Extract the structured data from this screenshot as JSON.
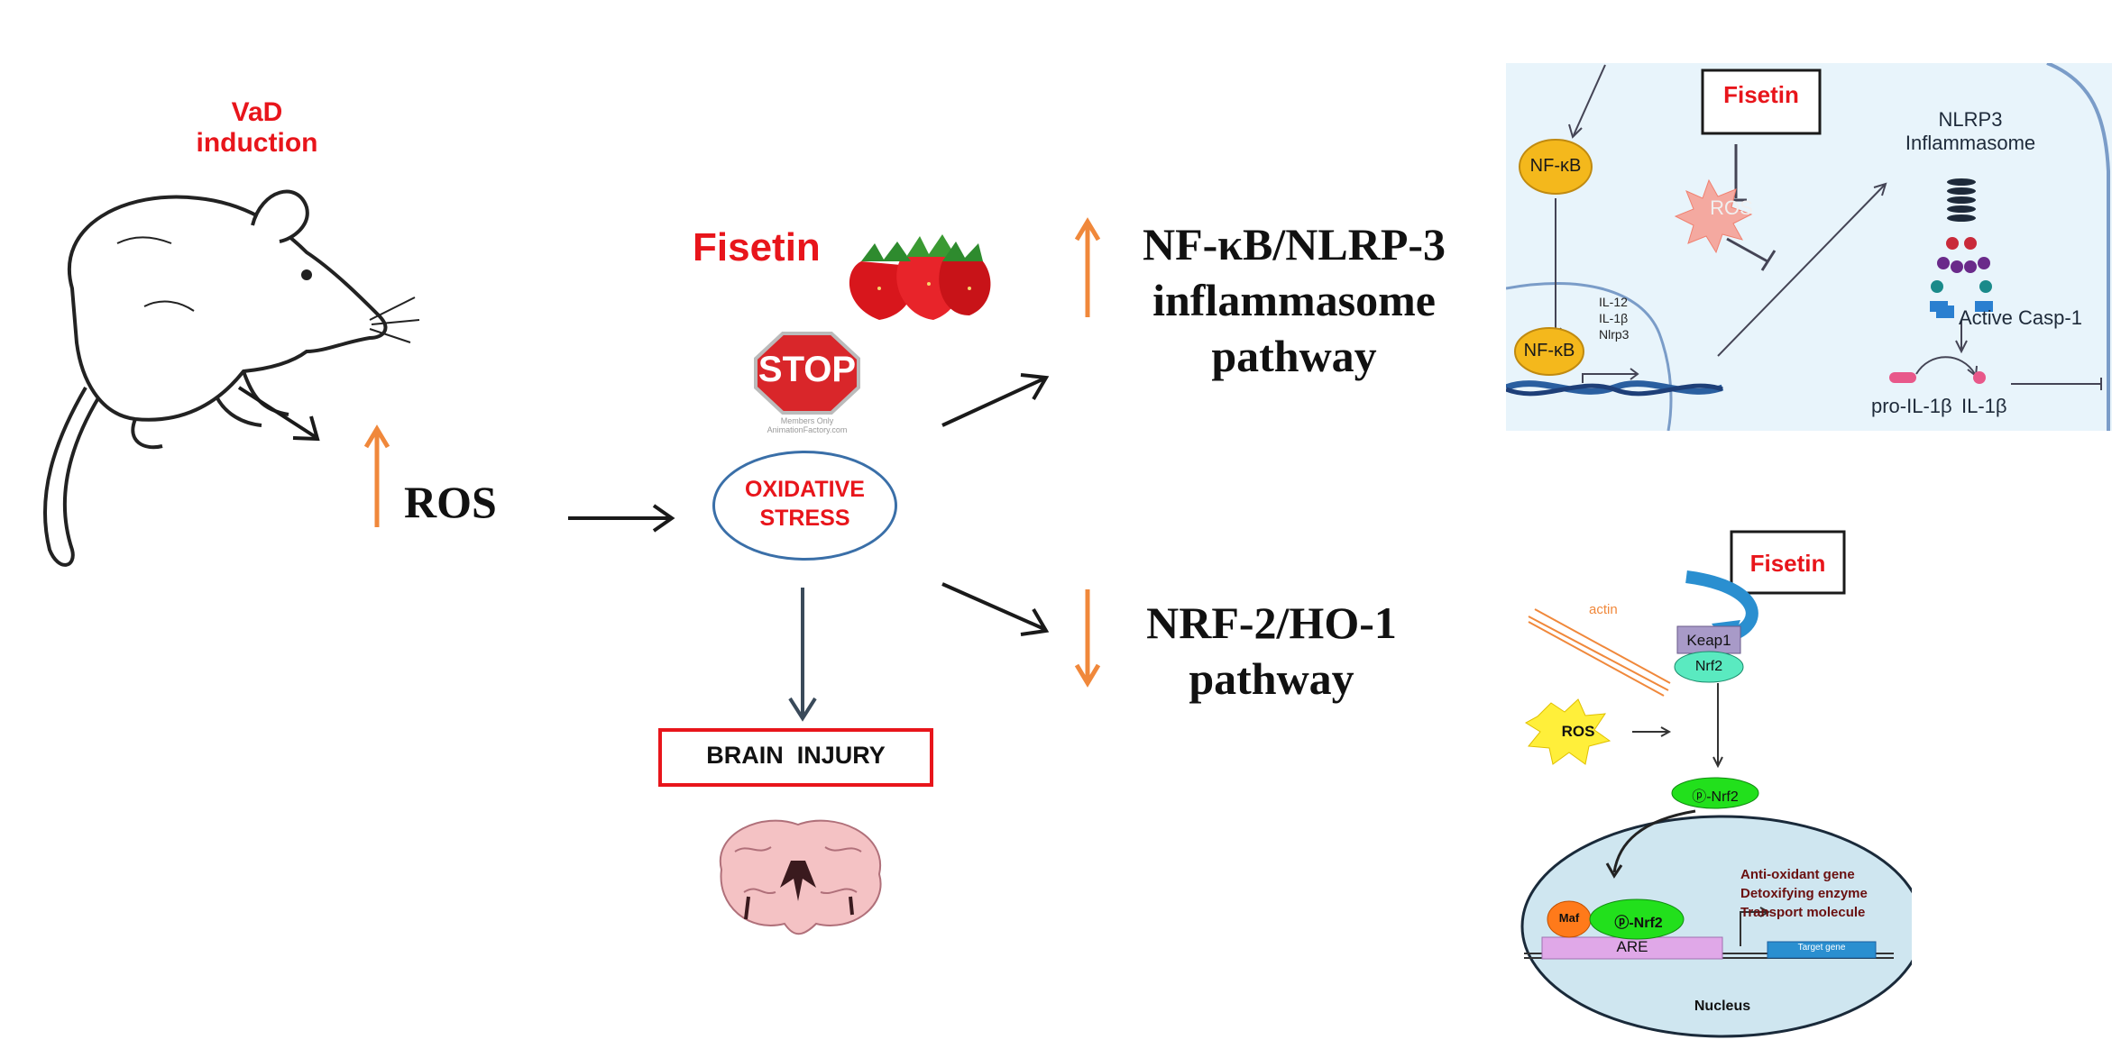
{
  "colors": {
    "red": "#e8151b",
    "orange": "#f0883b",
    "arrow": "#1a1a1a",
    "ellipse_border": "#3a6fa8",
    "panel_bg": "#e8f4fb",
    "nfkb_yellow": "#f4b81c",
    "nrf2_green": "#22e01c",
    "nucleus": "#cfe6f0",
    "are_purple": "#e0a8e8",
    "target_blue": "#2a8fd0"
  },
  "left": {
    "vad_line1": "VaD",
    "vad_line2": "induction",
    "ros": "ROS"
  },
  "center": {
    "fisetin": "Fisetin",
    "stop": "STOP",
    "stop_small_1": "Members Only",
    "stop_small_2": "AnimationFactory.com",
    "oxidative_1": "OXIDATIVE",
    "oxidative_2": "STRESS",
    "brain_injury": "BRAIN  INJURY"
  },
  "pathways": {
    "top_1": "NF-κB/NLRP-3",
    "top_2": "inflammasome",
    "top_3": "pathway",
    "bottom_1": "NRF-2/HO-1",
    "bottom_2": "pathway"
  },
  "top_panel": {
    "fisetin": "Fisetin",
    "nlrp3_1": "NLRP3",
    "nlrp3_2": "Inflammasome",
    "nfkb_a": "NF-κB",
    "nfkb_b": "NF-κB",
    "ros": "ROS",
    "il12": "IL-12",
    "il1b": "IL-1β",
    "nlrp3_gene": "Nlrp3",
    "active_casp": "Active Casp-1",
    "pro_il1b": "pro-IL-1β",
    "il1b_out": "IL-1β"
  },
  "bottom_panel": {
    "fisetin": "Fisetin",
    "actin": "actin",
    "keap1": "Keap1",
    "nrf2": "Nrf2",
    "ros": "ROS",
    "p_nrf2": "ⓟ-Nrf2",
    "maf": "Maf",
    "p_nrf2_nuc": "ⓟ-Nrf2",
    "are": "ARE",
    "target_gene": "Target gene",
    "gene_1": "Anti-oxidant gene",
    "gene_2": "Detoxifying enzyme",
    "gene_3": "Transport molecule",
    "nucleus": "Nucleus"
  }
}
